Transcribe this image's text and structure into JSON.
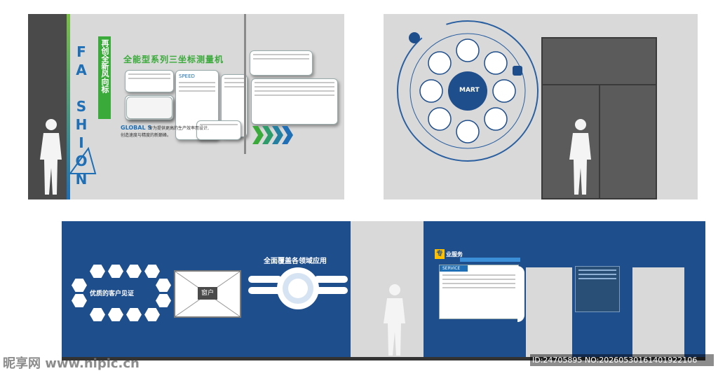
{
  "wall1": {
    "vertical_brand": "FA SHION",
    "slogan": "再创全新风向标",
    "main_title": "全能型系列三坐标测量机",
    "card_speed": "SPEED",
    "brand_line_logo": "GLOBAL S",
    "brand_line_text": "专为提供更高的生产效率而设计,",
    "brand_line_text2": "创造速度与精度的新巅峰。"
  },
  "wall2": {
    "center_label": "MART"
  },
  "wall3": {
    "hex_label": "优质的客户见证",
    "window_label": "窗户",
    "apps_title": "全面覆盖各领域应用",
    "service_badge": "专",
    "service_title": "业服务",
    "service_en": "SERVICE"
  },
  "watermark": {
    "left": "昵享网 www.nipic.cn",
    "right": "ID:24705895 NO:20260530161401922106"
  },
  "colors": {
    "navy": "#1f4e8c",
    "grey_wall": "#d9d9d9",
    "door": "#5b5b5b",
    "accent_blue": "#1e6fb5",
    "accent_green": "#3aaa3a"
  }
}
